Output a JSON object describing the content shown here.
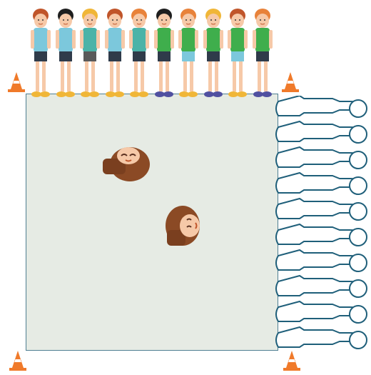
{
  "scene": {
    "colors": {
      "field": "#e6ebe4",
      "field_border": "#4f7f92",
      "cone_orange": "#f07a2a",
      "cone_white": "#ffffff",
      "outline": "#1f5f7a",
      "hair_brown": "#8b4a25",
      "skin": "#f6c9a8"
    },
    "standing_kids": [
      {
        "hair": "#c0552a",
        "shirt": "#7cc8dc",
        "shorts": "#2f3b4a",
        "shoes": "#f0b638"
      },
      {
        "hair": "#1e1e1e",
        "shirt": "#7cc8dc",
        "shorts": "#2f3b4a",
        "shoes": "#f0b638"
      },
      {
        "hair": "#f0b638",
        "shirt": "#4bb3a8",
        "shorts": "#5a5a5a",
        "shoes": "#f0b638"
      },
      {
        "hair": "#c0552a",
        "shirt": "#7cc8dc",
        "shorts": "#2f3b4a",
        "shoes": "#f0b638"
      },
      {
        "hair": "#e8823a",
        "shirt": "#4bb3a8",
        "shorts": "#2f3b4a",
        "shoes": "#f0b638"
      },
      {
        "hair": "#1e1e1e",
        "shirt": "#3fae4c",
        "shorts": "#2f3b4a",
        "shoes": "#5050a0"
      },
      {
        "hair": "#e8823a",
        "shirt": "#3fae4c",
        "shorts": "#7cc8dc",
        "shoes": "#f0b638"
      },
      {
        "hair": "#f0b638",
        "shirt": "#3fae4c",
        "shorts": "#2f3b4a",
        "shoes": "#5050a0"
      },
      {
        "hair": "#c0552a",
        "shirt": "#3fae4c",
        "shorts": "#7cc8dc",
        "shoes": "#f0b638"
      },
      {
        "hair": "#e8823a",
        "shirt": "#3fae4c",
        "shorts": "#2f3b4a",
        "shoes": "#5050a0"
      }
    ],
    "lying_outlines_count": 10,
    "corner_cones": [
      "top-left",
      "top-right",
      "bottom-left",
      "bottom-right"
    ],
    "tumbling_kids_count": 2
  }
}
